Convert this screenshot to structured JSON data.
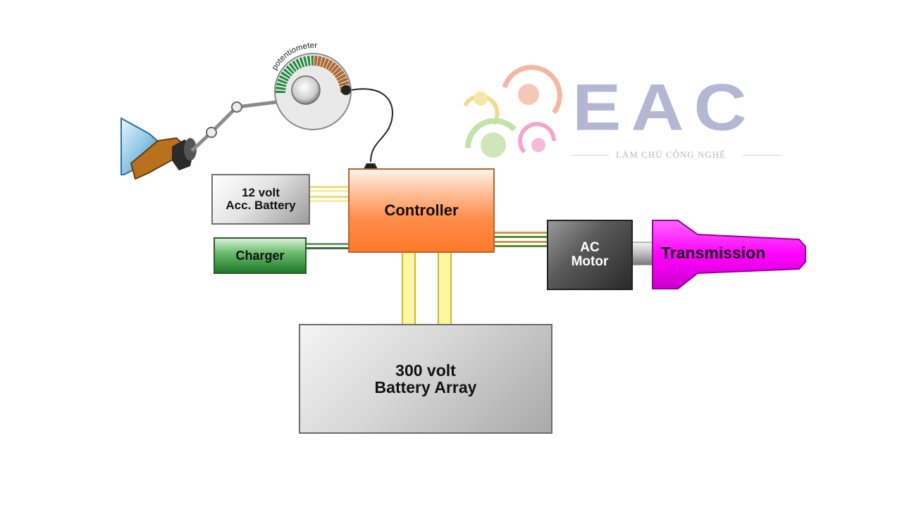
{
  "diagram": {
    "potentiometer_label": "potentiometer",
    "acc_battery": {
      "line1": "12 volt",
      "line2": "Acc. Battery"
    },
    "charger": "Charger",
    "controller": "Controller",
    "ac_motor": {
      "line1": "AC",
      "line2": "Motor"
    },
    "transmission": "Transmission",
    "battery_array": {
      "line1": "300 volt",
      "line2": "Battery Array"
    }
  },
  "logo": {
    "title": "EAC",
    "tagline": "LÀM CHỦ CÔNG NGHỆ"
  },
  "colors": {
    "controller": "#ff8c4a",
    "charger": "#2e8b3a",
    "ac_motor": "#3a3a3a",
    "transmission": "#ff00ff",
    "battery": "#c8c8c8",
    "logo_text": "#b3b7d4"
  }
}
